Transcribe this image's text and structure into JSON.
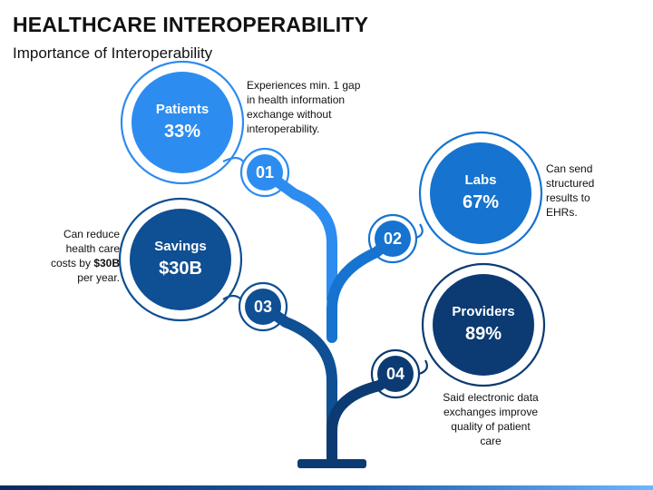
{
  "title": "HEALTHCARE INTEROPERABILITY",
  "subtitle": "Importance of Interoperability",
  "items": [
    {
      "number": "01",
      "label": "Patients",
      "value": "33%",
      "description": "Experiences min. 1 gap in health information exchange without interoperability.",
      "color": "#2d8cf0"
    },
    {
      "number": "02",
      "label": "Labs",
      "value": "67%",
      "description": "Can send structured results to EHRs.",
      "color": "#1673cf"
    },
    {
      "number": "03",
      "label": "Savings",
      "value": "$30B",
      "description_pre": "Can reduce health care costs by ",
      "description_bold": "$30B",
      "description_post": " per year.",
      "color": "#0f4f93"
    },
    {
      "number": "04",
      "label": "Providers",
      "value": "89%",
      "description": "Said electronic data exchanges improve quality of patient care",
      "color": "#0c3b73"
    }
  ]
}
